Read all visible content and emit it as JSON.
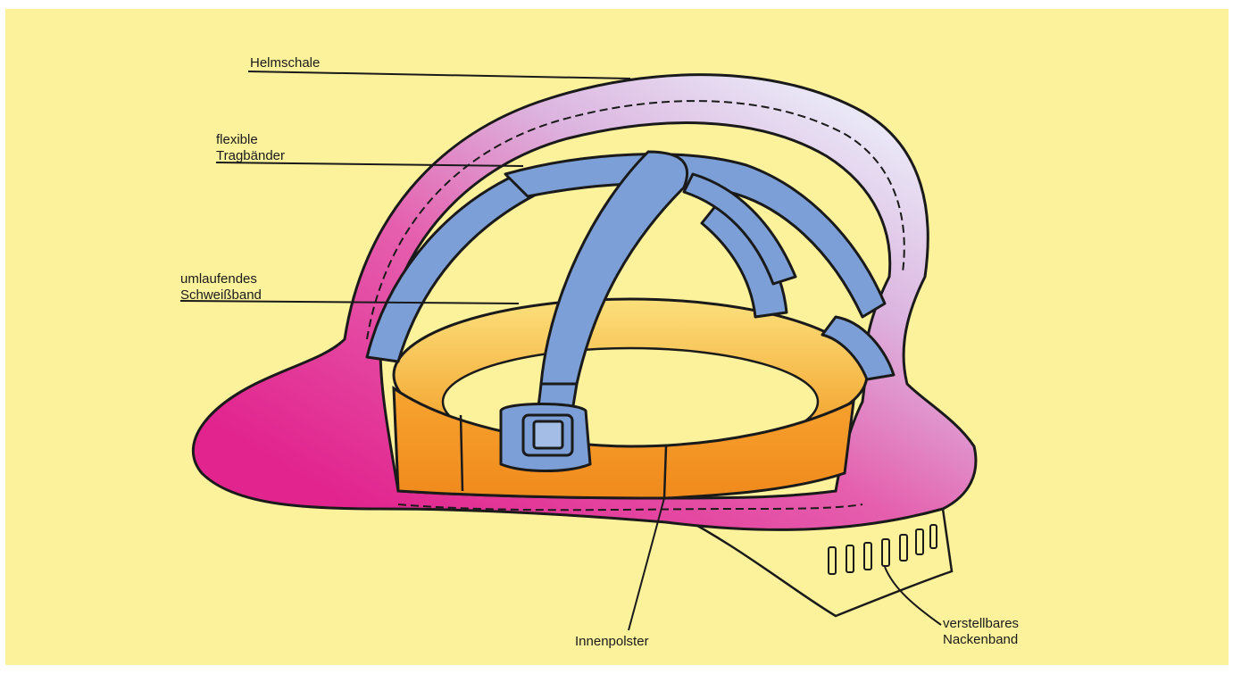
{
  "diagram": {
    "labels": {
      "helmschale": {
        "lines": [
          "Helmschale"
        ]
      },
      "tragbaender": {
        "lines": [
          "flexible",
          "Tragbänder"
        ]
      },
      "schweissband": {
        "lines": [
          "umlaufendes",
          "Schweißband"
        ]
      },
      "innenpolster": {
        "lines": [
          "Innenpolster"
        ]
      },
      "nackenband": {
        "lines": [
          "verstellbares",
          "Nackenband"
        ]
      }
    },
    "colors": {
      "background": "#fcf29c",
      "shell_front": "#e2248e",
      "shell_back": "#d9d2ec",
      "straps": "#7b9fd6",
      "sweatband": "#f5a52f",
      "sweatband_light": "#fbd972",
      "outline": "#1a1a1a"
    }
  }
}
